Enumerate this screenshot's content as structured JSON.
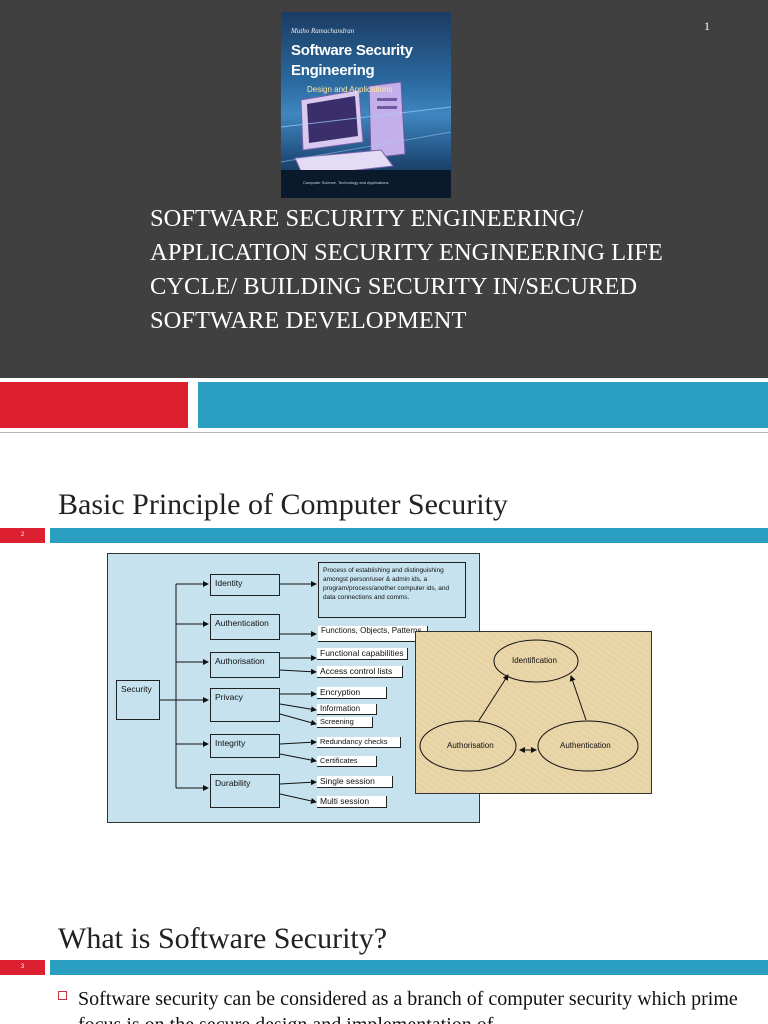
{
  "slide1": {
    "page_number": "1",
    "cover": {
      "author": "Mutho Ramachandran",
      "title_line1": "Software Security",
      "title_line2": "Engineering",
      "subtitle": "Design and Applications",
      "series": "Computer Science, Technology and Applications"
    },
    "title": "SOFTWARE SECURITY ENGINEERING/ APPLICATION SECURITY ENGINEERING LIFE CYCLE/ BUILDING SECURITY IN/SECURED SOFTWARE DEVELOPMENT"
  },
  "slide2": {
    "page_number": "2",
    "title": "Basic Principle of Computer Security",
    "diagram": {
      "root": "Security",
      "categories": [
        "Identity",
        "Authentication",
        "Authorisation",
        "Privacy",
        "Integrity",
        "Durability"
      ],
      "identity_note": "Process of establishing and distinguishing amongst person/user & admin ids, a program/process/another computer ids, and data connections and comms.",
      "details": {
        "authentication": "Functions, Objects, Patterns",
        "authorisation_1": "Functional capabilities",
        "authorisation_2": "Access control lists",
        "privacy_1": "Encryption",
        "privacy_2": "Information",
        "privacy_3": "Screening",
        "integrity_1": "Redundancy checks",
        "integrity_2": "Certificates",
        "durability_1": "Single session",
        "durability_2": "Multi session"
      }
    },
    "cycle": {
      "top": "Identification",
      "left": "Authorisation",
      "right": "Authentication"
    },
    "colors": {
      "diagram_bg": "#c6e2ee",
      "parchment": "#e8d4a6"
    }
  },
  "slide3": {
    "page_number": "3",
    "title": "What is Software Security?",
    "bullet": "Software security can be considered as a branch of computer security which prime focus is on the secure design and implementation of"
  },
  "colors": {
    "dark_bg": "#404040",
    "accent_red": "#dc2030",
    "accent_blue": "#2a9fc1"
  }
}
